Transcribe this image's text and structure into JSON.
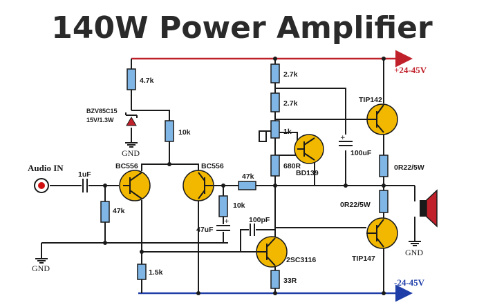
{
  "title": "140W Power Amplifier",
  "rails": {
    "positive": "+24-45V",
    "negative": "-24-45V"
  },
  "colors": {
    "positive_rail": "#c0202a",
    "negative_rail": "#1f3ea8",
    "resistor": "#7fb6e6",
    "transistor": "#f2b800",
    "input_jack": "#d01010"
  },
  "labels": {
    "audio_in": "Audio IN",
    "gnd": "GND",
    "r_4k7": "4.7k",
    "zener_part": "BZV85C15",
    "zener_rating": "15V/1.3W",
    "r_10k_top": "10k",
    "c_1uf": "1uF",
    "q_bc556_left": "BC556",
    "q_bc556_right": "BC556",
    "r_47k_left": "47k",
    "r_47k_feedback": "47k",
    "r_10k_mid": "10k",
    "c_47uf": "47uF",
    "c_100pf": "100pF",
    "r_1k5": "1.5k",
    "r_2k7_a": "2.7k",
    "r_2k7_b": "2.7k",
    "pot_1k": "1k",
    "r_680r": "680R",
    "q_bd139": "BD139",
    "c_100uf": "100uF",
    "q_tip142": "TIP142",
    "q_tip147": "TIP147",
    "r_0r22_a": "0R22/5W",
    "r_0r22_b": "0R22/5W",
    "q_2sc3116": "2SC3116",
    "r_33r": "33R"
  }
}
